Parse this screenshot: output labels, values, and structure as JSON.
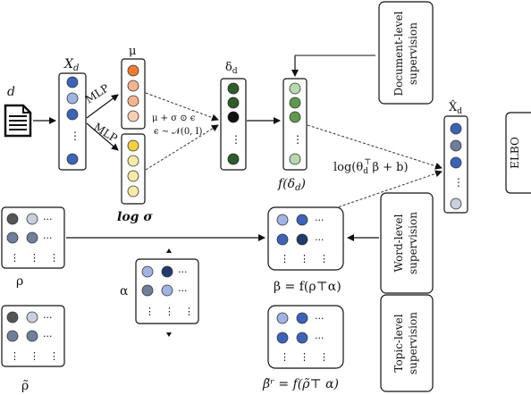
{
  "labels": {
    "d": "d",
    "xd": "X",
    "xd_sub": "d",
    "mlp_top": "MLP",
    "mlp_bottom": "MLP",
    "mu": "μ",
    "log_sigma": "log σ",
    "reparam_line1": "μ + σ ⊙ ϵ",
    "reparam_line2": "ϵ ∼ 𝒩(0, I)",
    "delta": "δ",
    "delta_sub": "d",
    "f_delta": "f(δ",
    "f_delta_sub": "d",
    "f_delta_close": ")",
    "decode": "log(θ",
    "decode_sub": "d",
    "decode_sup": "⊤",
    "decode_rest": "β + b)",
    "xhat": "X̂",
    "xhat_sub": "d",
    "elbo": "ELBO",
    "doc_supervision": "Document-level supervision",
    "word_supervision": "Word-level supervision",
    "topic_supervision": "Topic-level supervision",
    "rho": "ρ",
    "rho_tilde": "ρ̃",
    "alpha": "α",
    "beta_eq": "β = f(ρ⊤α)",
    "beta_tilde_eq": "β̃ʳ = f(ρ̃⊤ α)",
    "ellipsis_h": "···",
    "ellipsis_v": "⋮"
  },
  "colors": {
    "blue": "#3b63b8",
    "light_blue": "#9fb4e3",
    "orange": "#f07a2e",
    "peach": "#f5b48e",
    "light_peach": "#f8cfb4",
    "yellow": "#f7cf3f",
    "light_yellow": "#fbe9a8",
    "dark_green": "#2f5d2a",
    "black": "#111111",
    "mid_green": "#5d9a4d",
    "light_green": "#b8d9ad",
    "dark_gray": "#555555",
    "light_gray": "#c8d0dd",
    "navy": "#233a6e",
    "steel": "#6f7f9c"
  }
}
